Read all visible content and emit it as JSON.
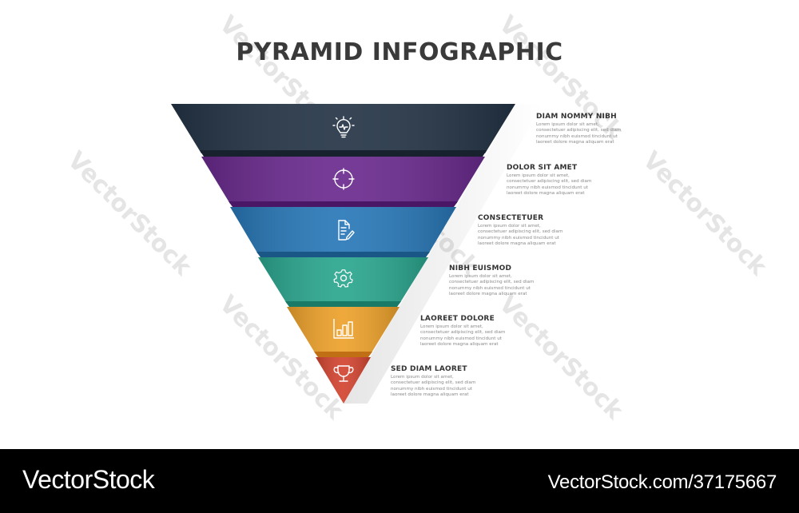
{
  "title": "PYRAMID INFOGRAPHIC",
  "layers": [
    {
      "heading": "DIAM NOMMY NIBH",
      "body": "Lorem ipsum dolor sit amet, consectetuer adipiscing elit, sed diam nonummy nibh euismod tincidunt ut laoreet dolore magna aliquam erat",
      "icon": "lightbulb-icon",
      "color": "#243446",
      "shelf": "#17222e"
    },
    {
      "heading": "DOLOR SIT AMET",
      "body": "Lorem ipsum dolor sit amet, consectetuer adipiscing elit, sed diam nonummy nibh euismod tincidunt ut laoreet dolore magna aliquam erat",
      "icon": "target-icon",
      "color": "#6a2a8e",
      "shelf": "#4a1766"
    },
    {
      "heading": "CONSECTETUER",
      "body": "Lorem ipsum dolor sit amet, consectetuer adipiscing elit, sed diam nonummy nibh euismod tincidunt ut laoreet dolore magna aliquam erat",
      "icon": "document-edit-icon",
      "color": "#2878b8",
      "shelf": "#1a5686"
    },
    {
      "heading": "NIBH EUISMOD",
      "body": "Lorem ipsum dolor sit amet, consectetuer adipiscing elit, sed diam nonummy nibh euismod tincidunt ut laoreet dolore magna aliquam erat",
      "icon": "gear-icon",
      "color": "#2aa68e",
      "shelf": "#1a7a68"
    },
    {
      "heading": "LAOREET DOLORE",
      "body": "Lorem ipsum dolor sit amet, consectetuer adipiscing elit, sed diam nonummy nibh euismod tincidunt ut laoreet dolore magna aliquam erat",
      "icon": "bar-chart-icon",
      "color": "#eda12a",
      "shelf": "#c06f14"
    },
    {
      "heading": "SED DIAM LAORET",
      "body": "Lorem ipsum dolor sit amet, consectetuer adipiscing elit, sed diam nonummy nibh euismod tincidunt ut laoreet dolore magna aliquam erat",
      "icon": "trophy-icon",
      "color": "#d24430",
      "shelf": "#a8301f"
    }
  ],
  "watermark": "VectorStock",
  "footer": {
    "brand": "VectorStock",
    "url": "VectorStock.com/37175667"
  }
}
